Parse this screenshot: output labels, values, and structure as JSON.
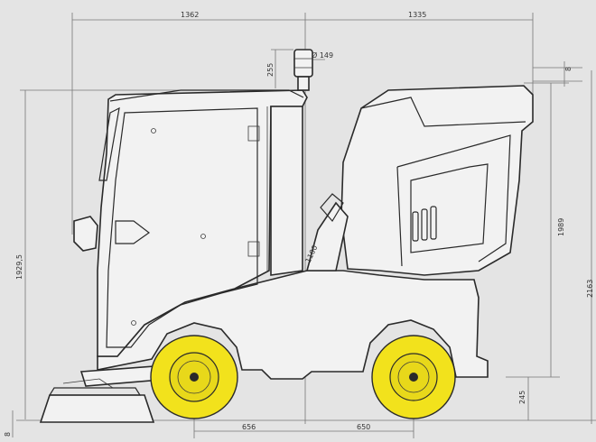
{
  "dimensions": {
    "cab_length": "1362",
    "rear_length": "1335",
    "beacon_height": "255",
    "beacon_diameter": "Ø 149",
    "mirror_offset": "8",
    "cab_height": "1929,5",
    "hood_height": "1989",
    "overall_height": "2163",
    "ground_clearance": "245",
    "wheelbase_left": "656",
    "wheelbase_right": "650",
    "bottom_left": "8",
    "model_badge": "1100"
  },
  "colors": {
    "background": "#e4e4e4",
    "wheel": "#f2e21c",
    "line": "#2a2a2a"
  }
}
